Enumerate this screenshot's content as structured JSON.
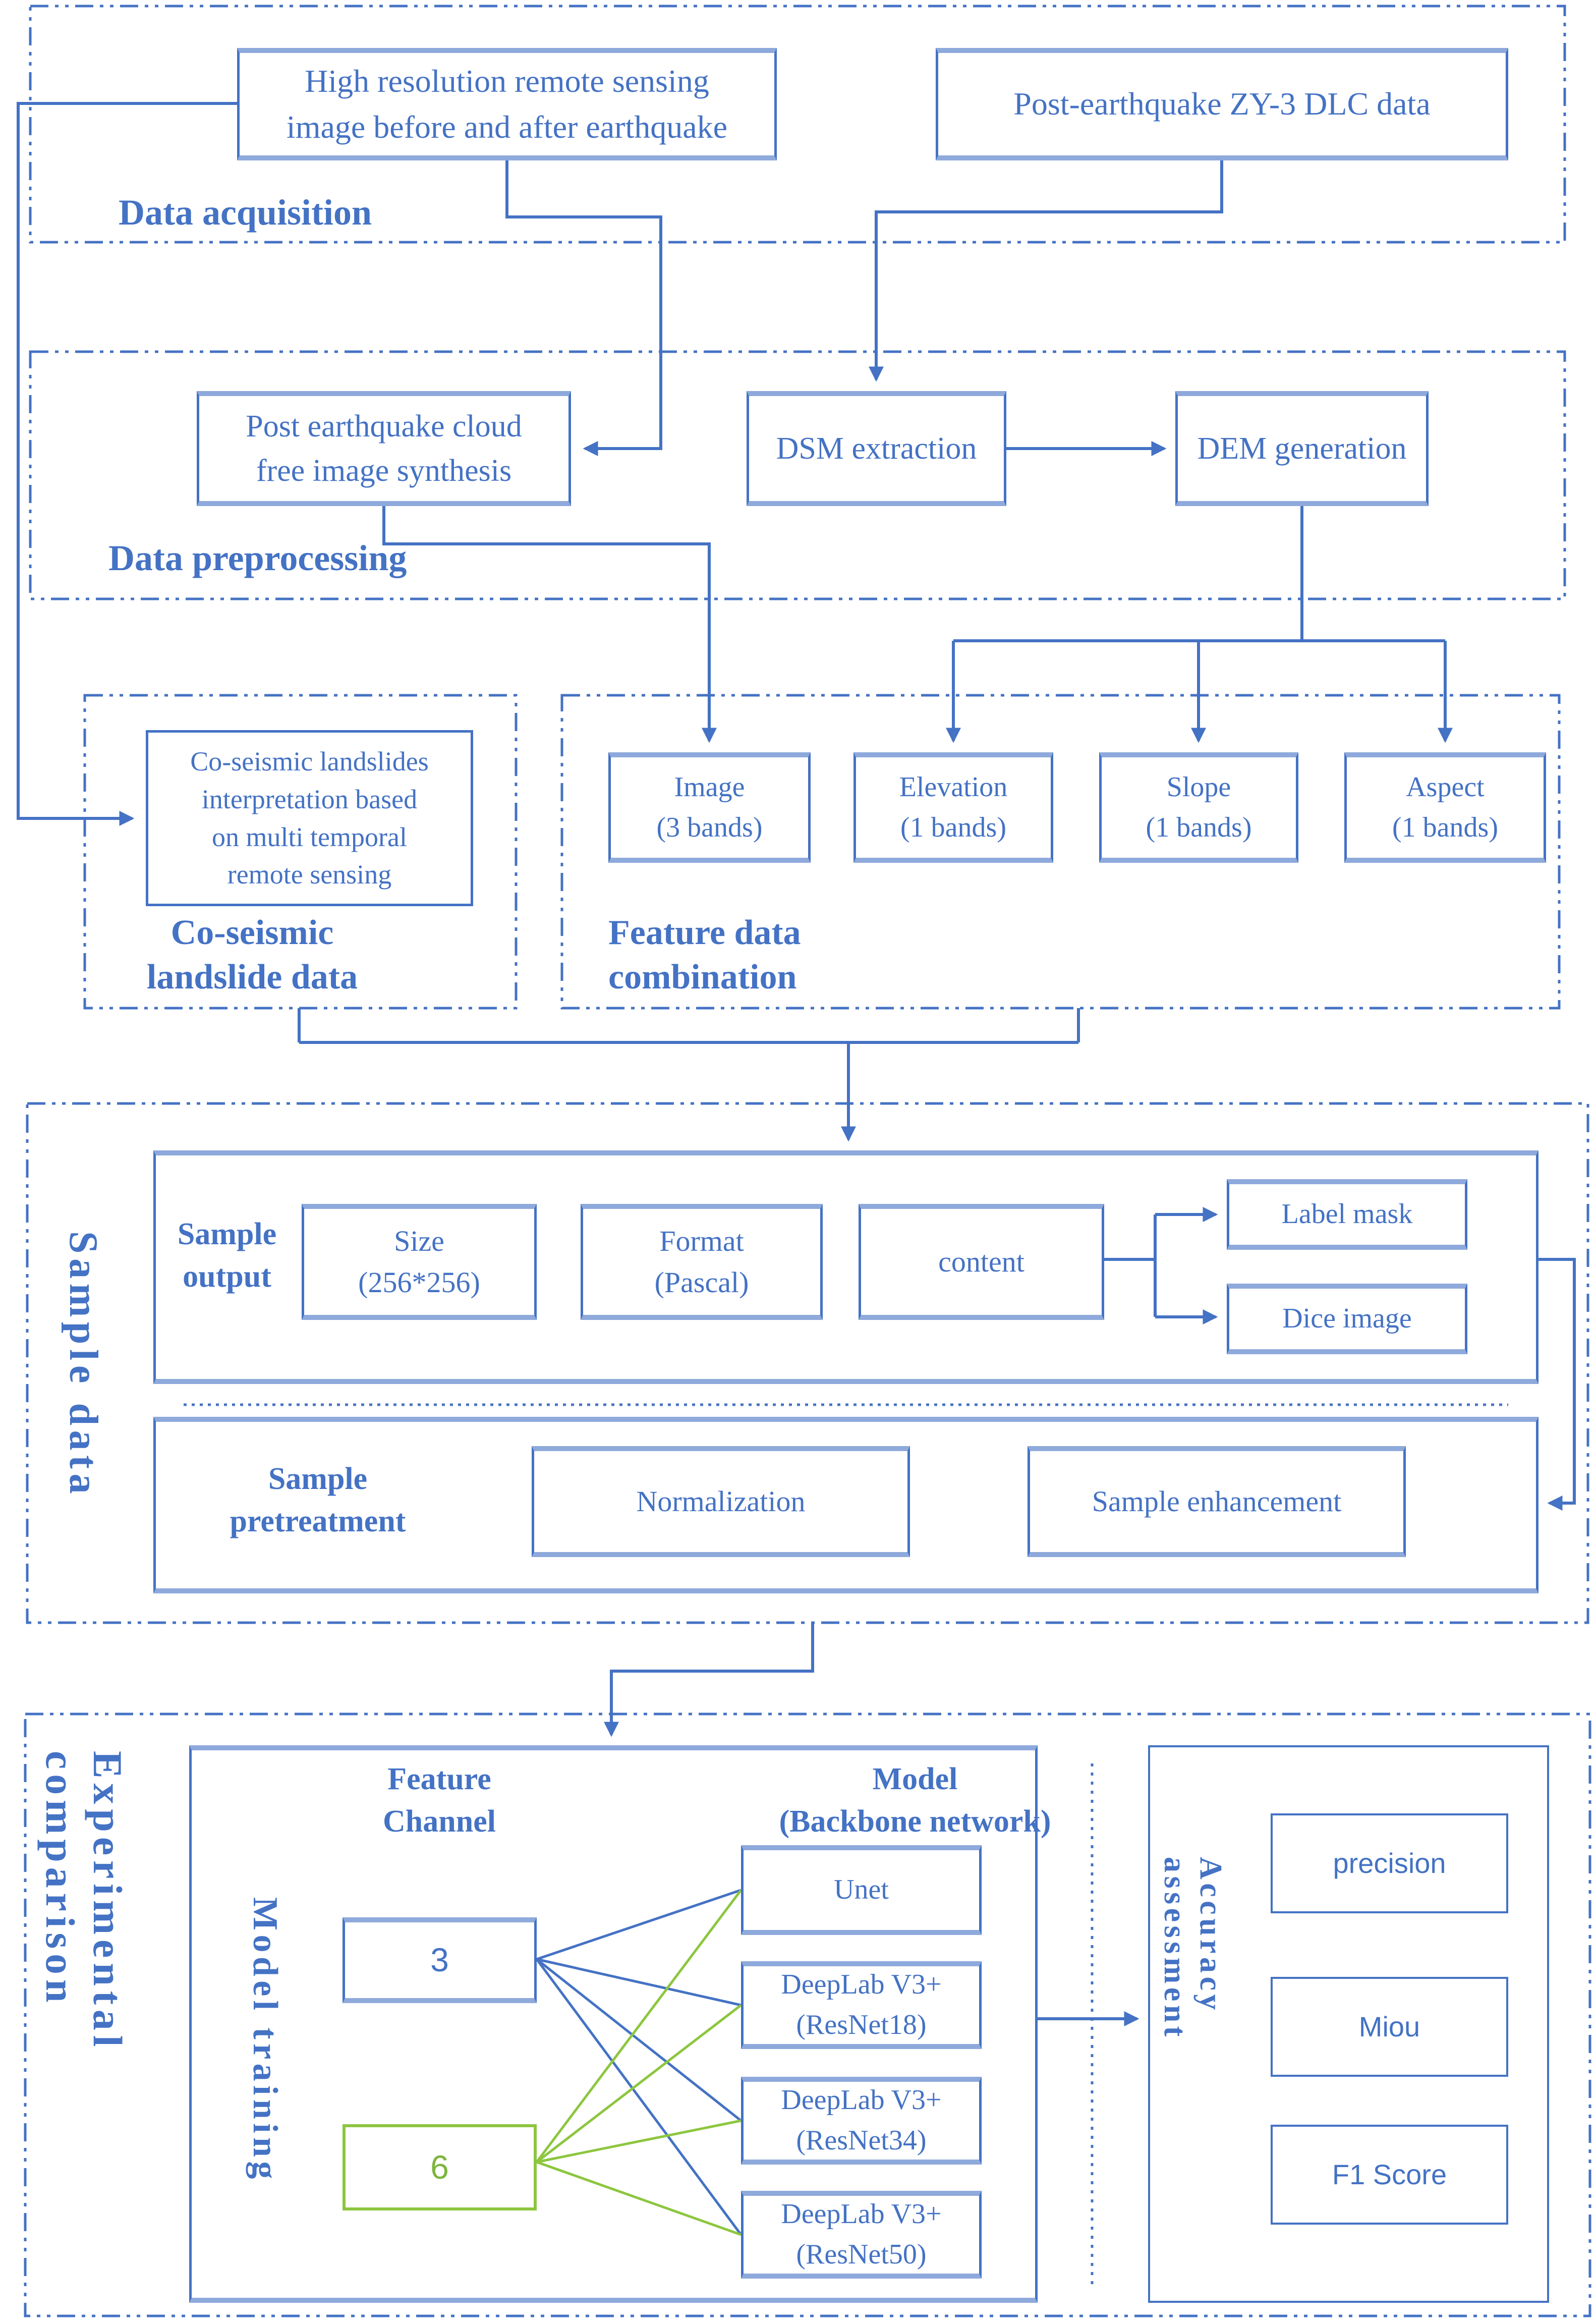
{
  "colors": {
    "primary_blue": "#4472C4",
    "light_blue": "#8EA9DB",
    "green": "#8DC63F",
    "background": "#ffffff"
  },
  "sections": {
    "acquisition": {
      "label": "Data acquisition",
      "hires_box": "High resolution remote sensing\nimage before and after earthquake",
      "zy3_box": "Post-earthquake ZY-3 DLC data"
    },
    "preprocessing": {
      "label": "Data preprocessing",
      "cloudfree_box": "Post earthquake cloud\nfree image synthesis",
      "dsm_box": "DSM extraction",
      "dem_box": "DEM generation"
    },
    "coseismic": {
      "label": "Co-seismic\nlandslide data",
      "interpretation_box": "Co-seismic landslides\ninterpretation based\non multi temporal\nremote sensing"
    },
    "feature": {
      "label": "Feature data\ncombination",
      "image_box": "Image\n(3 bands)",
      "elevation_box": "Elevation\n(1 bands)",
      "slope_box": "Slope\n(1 bands)",
      "aspect_box": "Aspect\n(1 bands)"
    },
    "sample": {
      "label": "Sample data",
      "output": {
        "label": "Sample\noutput",
        "size_box": "Size\n(256*256)",
        "format_box": "Format\n(Pascal)",
        "content_box": "content",
        "label_mask_box": "Label mask",
        "dice_image_box": "Dice image"
      },
      "pretreatment": {
        "label": "Sample\npretreatment",
        "normalization_box": "Normalization",
        "enhancement_box": "Sample enhancement"
      }
    },
    "experimental": {
      "label": "Experimental comparison",
      "training": {
        "label": "Model training",
        "feature_channel_header": "Feature\nChannel",
        "model_header": "Model\n(Backbone network)",
        "channel_3": "3",
        "channel_6": "6",
        "unet_box": "Unet",
        "resnet18_box": "DeepLab V3+\n(ResNet18)",
        "resnet34_box": "DeepLab V3+\n(ResNet34)",
        "resnet50_box": "DeepLab V3+\n(ResNet50)"
      },
      "accuracy": {
        "label": "Accuracy assessment",
        "precision_box": "precision",
        "miou_box": "Miou",
        "f1_box": "F1 Score"
      }
    }
  }
}
